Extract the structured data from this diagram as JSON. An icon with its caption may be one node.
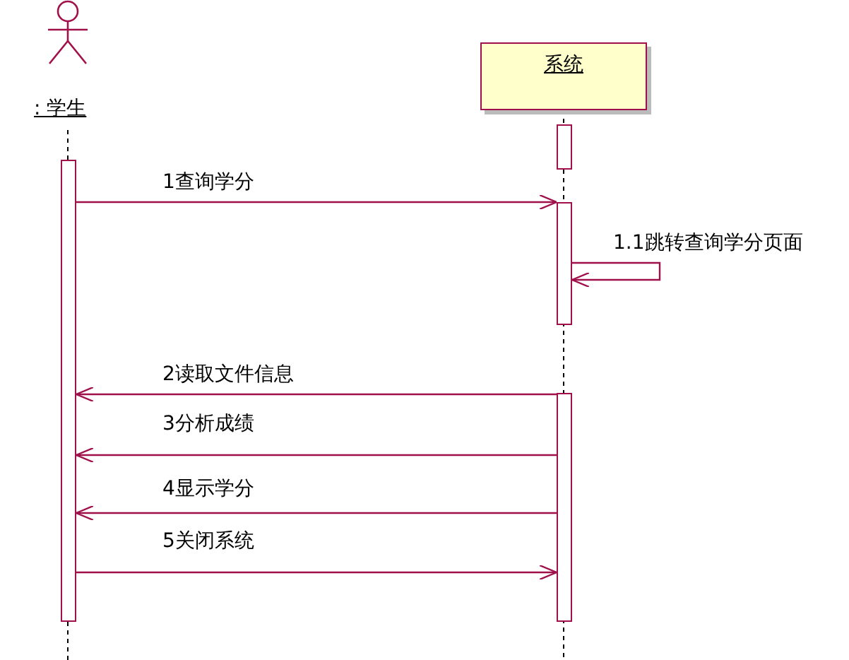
{
  "diagram": {
    "nodes": [
      {
        "text": [
          ": 学生"
        ]
      },
      {
        "text": [
          "系统"
        ]
      },
      {
        "text": [],
        "shape": "bar"
      },
      {
        "text": [],
        "shape": "bar"
      },
      {
        "text": [],
        "shape": "bar"
      },
      {
        "text": [],
        "shape": "bar"
      }
    ],
    "edges": [
      {
        "from": 2,
        "to": 4,
        "arrow": "to",
        "label": "1查询学分"
      },
      {
        "from": 4,
        "to": 4,
        "arrow": "to",
        "label": "1.1跳转查询学分页面"
      },
      {
        "from": 5,
        "to": 2,
        "arrow": "to",
        "label": "2读取文件信息"
      },
      {
        "from": 5,
        "to": 2,
        "arrow": "to",
        "label": "3分析成绩"
      },
      {
        "from": 5,
        "to": 2,
        "arrow": "to",
        "label": "4显示学分"
      },
      {
        "from": 2,
        "to": 5,
        "arrow": "to",
        "label": "5关闭系统"
      }
    ]
  }
}
